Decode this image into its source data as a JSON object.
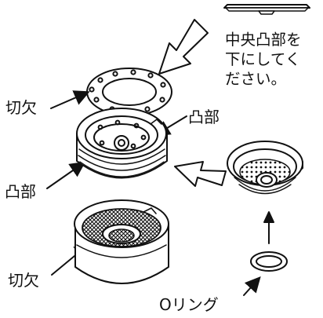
{
  "labels": {
    "cutout_top": "切欠",
    "protrusion_right": "凸部",
    "protrusion_left": "凸部",
    "cutout_bottom": "切欠",
    "o_ring": "Oリング"
  },
  "note": {
    "text": "中央凸部を\n下にしてく\nださい。"
  },
  "colors": {
    "ink": "#111111",
    "background": "#ffffff"
  }
}
